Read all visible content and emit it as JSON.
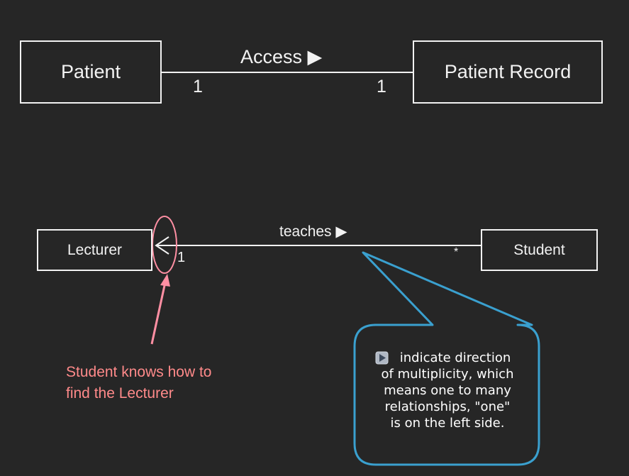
{
  "diagram1": {
    "left_class": "Patient",
    "right_class": "Patient Record",
    "association": "Access ▶",
    "left_multiplicity": "1",
    "right_multiplicity": "1"
  },
  "diagram2": {
    "left_class": "Lecturer",
    "right_class": "Student",
    "association": "teaches ▶",
    "left_multiplicity": "1",
    "right_multiplicity": "*"
  },
  "note": {
    "line1": "Student knows how to",
    "line2": "find the Lecturer"
  },
  "callout": {
    "line1": "indicate direction",
    "line2": "of multiplicity, which",
    "line3": "means one to many",
    "line4": "relationships, \"one\"",
    "line5": "is on the left side."
  },
  "colors": {
    "background": "#262626",
    "lines": "#f2f2f2",
    "highlight": "#ff8fa3",
    "callout_border": "#3aa0cf",
    "note_text": "#ff8a8a"
  }
}
